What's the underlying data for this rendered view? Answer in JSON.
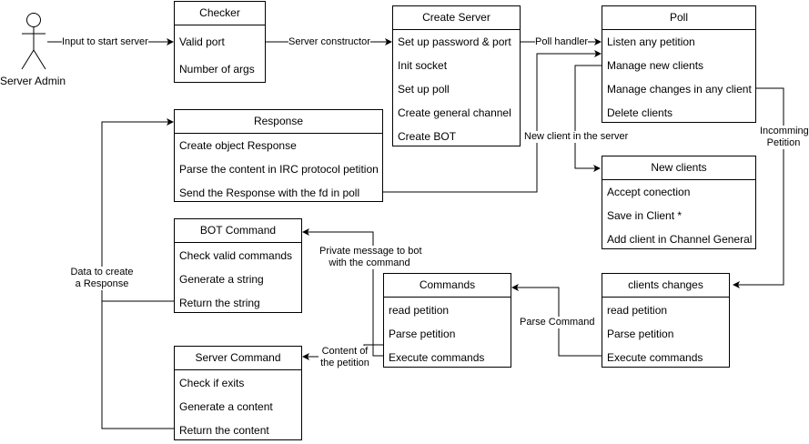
{
  "actor": {
    "name": "Server Admin"
  },
  "boxes": {
    "checker": {
      "title": "Checker",
      "items": [
        "Valid port",
        "Number of args"
      ]
    },
    "create_server": {
      "title": "Create Server",
      "items": [
        "Set up password & port",
        "Init socket",
        "Set up poll",
        "Create general channel",
        "Create BOT"
      ]
    },
    "poll": {
      "title": "Poll",
      "items": [
        "Listen any petition",
        "Manage new clients",
        "Manage changes in any client",
        "Delete clients"
      ]
    },
    "response": {
      "title": "Response",
      "items": [
        "Create object Response",
        "Parse the content in IRC protocol petition",
        "Send the Response with the fd in poll"
      ]
    },
    "new_clients": {
      "title": "New clients",
      "items": [
        "Accept conection",
        "Save in Client *",
        "Add client in Channel General"
      ]
    },
    "bot_command": {
      "title": "BOT Command",
      "items": [
        "Check valid commands",
        "Generate a string",
        "Return the string"
      ]
    },
    "commands": {
      "title": "Commands",
      "items": [
        "read petition",
        "Parse petition",
        "Execute commands"
      ]
    },
    "clients_changes": {
      "title": "clients changes",
      "items": [
        "read petition",
        "Parse petition",
        "Execute commands"
      ]
    },
    "server_command": {
      "title": "Server Command",
      "items": [
        "Check if exits",
        "Generate a content",
        "Return the content"
      ]
    }
  },
  "edge_labels": {
    "input_to_start": "Input to start server",
    "server_constructor": "Server constructor",
    "poll_handler": "Poll handler",
    "new_client": "New client in the server",
    "incomming_1": "Incomming",
    "incomming_2": "Petition",
    "parse_command": "Parse Command",
    "private_msg_1": "Private message to bot",
    "private_msg_2": "with the command",
    "content_1": "Content of",
    "content_2": "the petition",
    "data_response_1": "Data to create",
    "data_response_2": "a Response"
  }
}
